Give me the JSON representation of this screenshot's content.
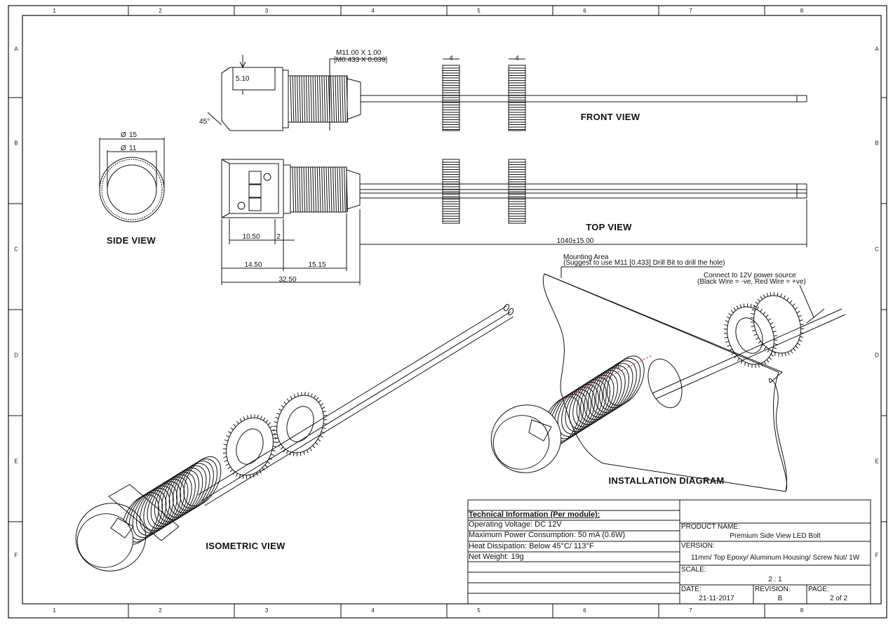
{
  "grid": {
    "columns": [
      "1",
      "2",
      "3",
      "4",
      "5",
      "6",
      "7",
      "8"
    ],
    "rows": [
      "A",
      "B",
      "C",
      "D",
      "E",
      "F"
    ]
  },
  "views": {
    "front": "FRONT VIEW",
    "top": "TOP VIEW",
    "side": "SIDE VIEW",
    "isometric": "ISOMETRIC VIEW",
    "installation": "INSTALLATION DIAGRAM"
  },
  "dimensions": {
    "thread_1": "M11.00 X 1.00",
    "thread_2": "[M0.433 X 0.039]",
    "nut_w1": "4",
    "nut_w2": "4",
    "height": "5.10",
    "angle": "45°",
    "dia_outer_sym": "Ø",
    "dia_outer": "15",
    "dia_inner_sym": "Ø",
    "dia_inner": "11",
    "len_a": "10.50",
    "len_b": "2",
    "len_c": "14.50",
    "len_d": "15.15",
    "len_total": "32.50",
    "wire_len": "1040±15.00"
  },
  "callouts": {
    "mounting_1": "Mounting Area",
    "mounting_2": "(Suggest to use M11 [0.433] Drill Bit to drill the hole)",
    "power_1": "Connect to 12V power source",
    "power_2": "(Black Wire = -ve, Red Wire = +ve)",
    "marker": "①"
  },
  "tech": {
    "title": "Technical Information (Per module):",
    "lines": [
      "Operating Voltage: DC 12V",
      "Maximum Power Consumption: 50 mA (0.6W)",
      "Heat Dissipation: Below 45°C/ 113°F",
      "Net Weight: 19g"
    ]
  },
  "title_block": {
    "product_label": "PRODUCT NAME:",
    "product": "Premium Side View LED Bolt",
    "version_label": "VERSION:",
    "version": "11mm/ Top Epoxy/ Aluminum Housing/ Screw Nut/ 1W",
    "scale_label": "SCALE:",
    "scale": "2 : 1",
    "date_label": "DATE:",
    "date": "21-11-2017",
    "revision_label": "REVISION:",
    "revision": "B",
    "page_label": "PAGE:",
    "page": "2 of 2"
  }
}
